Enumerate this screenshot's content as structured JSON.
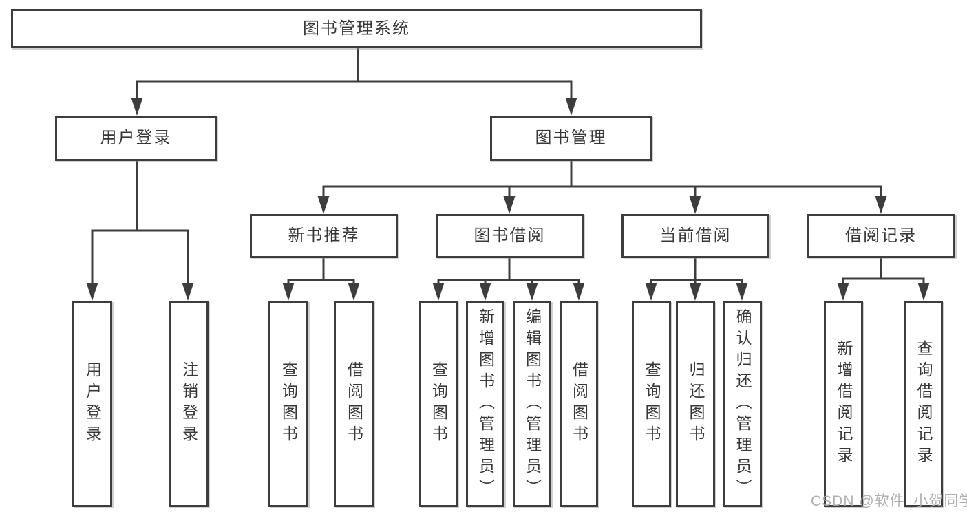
{
  "tree": {
    "root": {
      "label": "图书管理系统",
      "children": [
        {
          "label": "用户登录",
          "children": [
            {
              "label": "用户登录"
            },
            {
              "label": "注销登录"
            }
          ]
        },
        {
          "label": "图书管理",
          "children": [
            {
              "label": "新书推荐",
              "children": [
                {
                  "label": "查询图书"
                },
                {
                  "label": "借阅图书"
                }
              ]
            },
            {
              "label": "图书借阅",
              "children": [
                {
                  "label": "查询图书"
                },
                {
                  "label": "新增图书（管理员）"
                },
                {
                  "label": "编辑图书（管理员）"
                },
                {
                  "label": "借阅图书"
                }
              ]
            },
            {
              "label": "当前借阅",
              "children": [
                {
                  "label": "查询图书"
                },
                {
                  "label": "归还图书"
                },
                {
                  "label": "确认归还（管理员）"
                }
              ]
            },
            {
              "label": "借阅记录",
              "children": [
                {
                  "label": "新增借阅记录"
                },
                {
                  "label": "查询借阅记录"
                }
              ]
            }
          ]
        }
      ]
    }
  },
  "watermark": {
    "text": "CSDN @软件_小贺同学"
  },
  "colors": {
    "line": "#3d3d3d",
    "text": "#383838",
    "background": "#ffffff",
    "watermark": "#a8a8a8"
  }
}
